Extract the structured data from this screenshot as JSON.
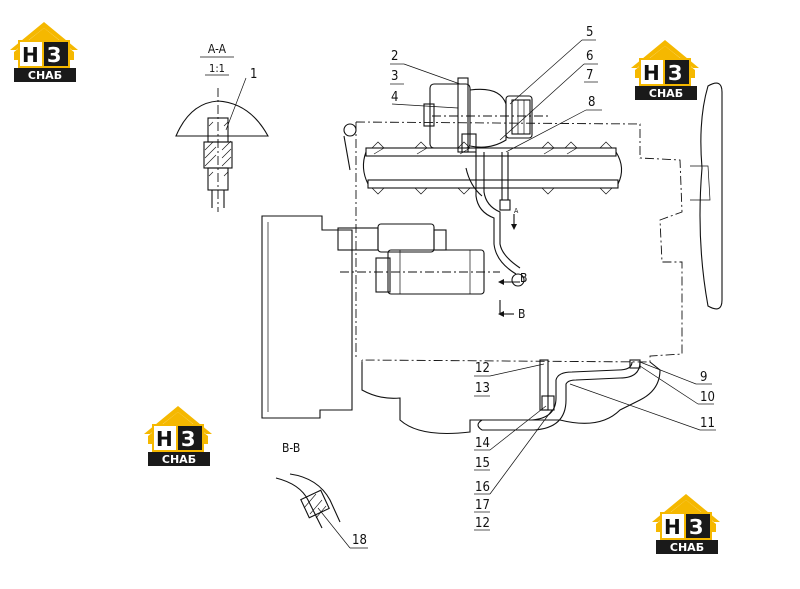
{
  "logo": {
    "mark": "НЗ",
    "caption": "СНАБ",
    "accent_color": "#f5b800",
    "dark_color": "#1a1a1a",
    "icon": "house-logo-icon"
  },
  "sections": {
    "aa_title": "A-A",
    "aa_scale": "1:1",
    "bb_title": "B-B"
  },
  "view_markers": {
    "a_arrow": "A",
    "b_arrow_top": "B",
    "b_arrow_bottom": "B"
  },
  "callouts": {
    "c1": "1",
    "c2": "2",
    "c3": "3",
    "c4": "4",
    "c5": "5",
    "c6": "6",
    "c7": "7",
    "c8": "8",
    "c9": "9",
    "c10": "10",
    "c11": "11",
    "c12a": "12",
    "c13": "13",
    "c14": "14",
    "c15": "15",
    "c16": "16",
    "c17": "17",
    "c12b": "12",
    "c18": "18"
  }
}
